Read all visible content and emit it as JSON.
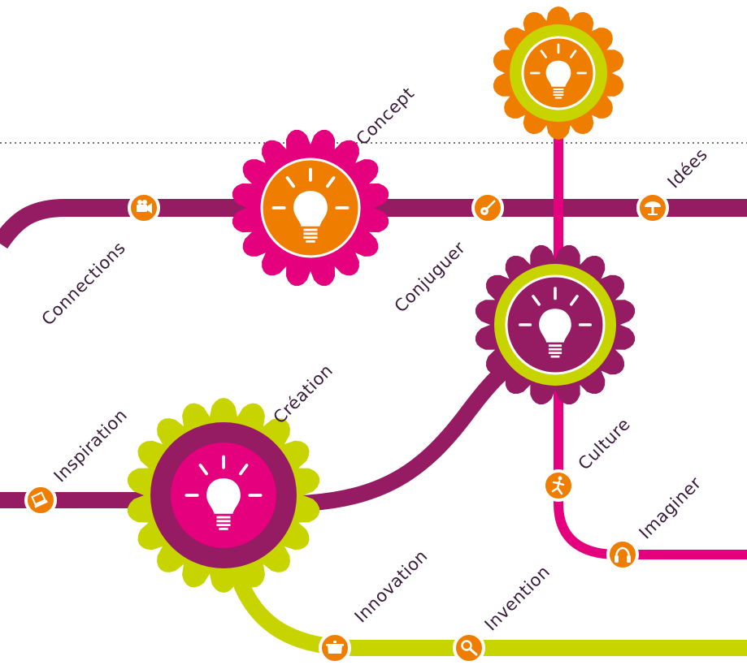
{
  "labels": {
    "concept": "Concept",
    "connections": "Connections",
    "conjuguer": "Conjuguer",
    "idees": "Idées",
    "inspiration": "Inspiration",
    "creation": "Création",
    "culture": "Culture",
    "imaginer": "Imaginer",
    "innovation": "Innovation",
    "invention": "Invention"
  },
  "colors": {
    "purple": "#951b63",
    "magenta": "#e5007e",
    "lime": "#c8d400",
    "orange": "#ef7d00",
    "label_text": "#3a1a3a"
  },
  "icons": {
    "connections": "film-camera-icon",
    "conjuguer": "guitar-icon",
    "idees": "tree-icon",
    "inspiration": "laptop-icon",
    "culture": "runner-icon",
    "imaginer": "headphones-icon",
    "innovation": "cooking-pot-icon",
    "invention": "magnifier-icon"
  }
}
